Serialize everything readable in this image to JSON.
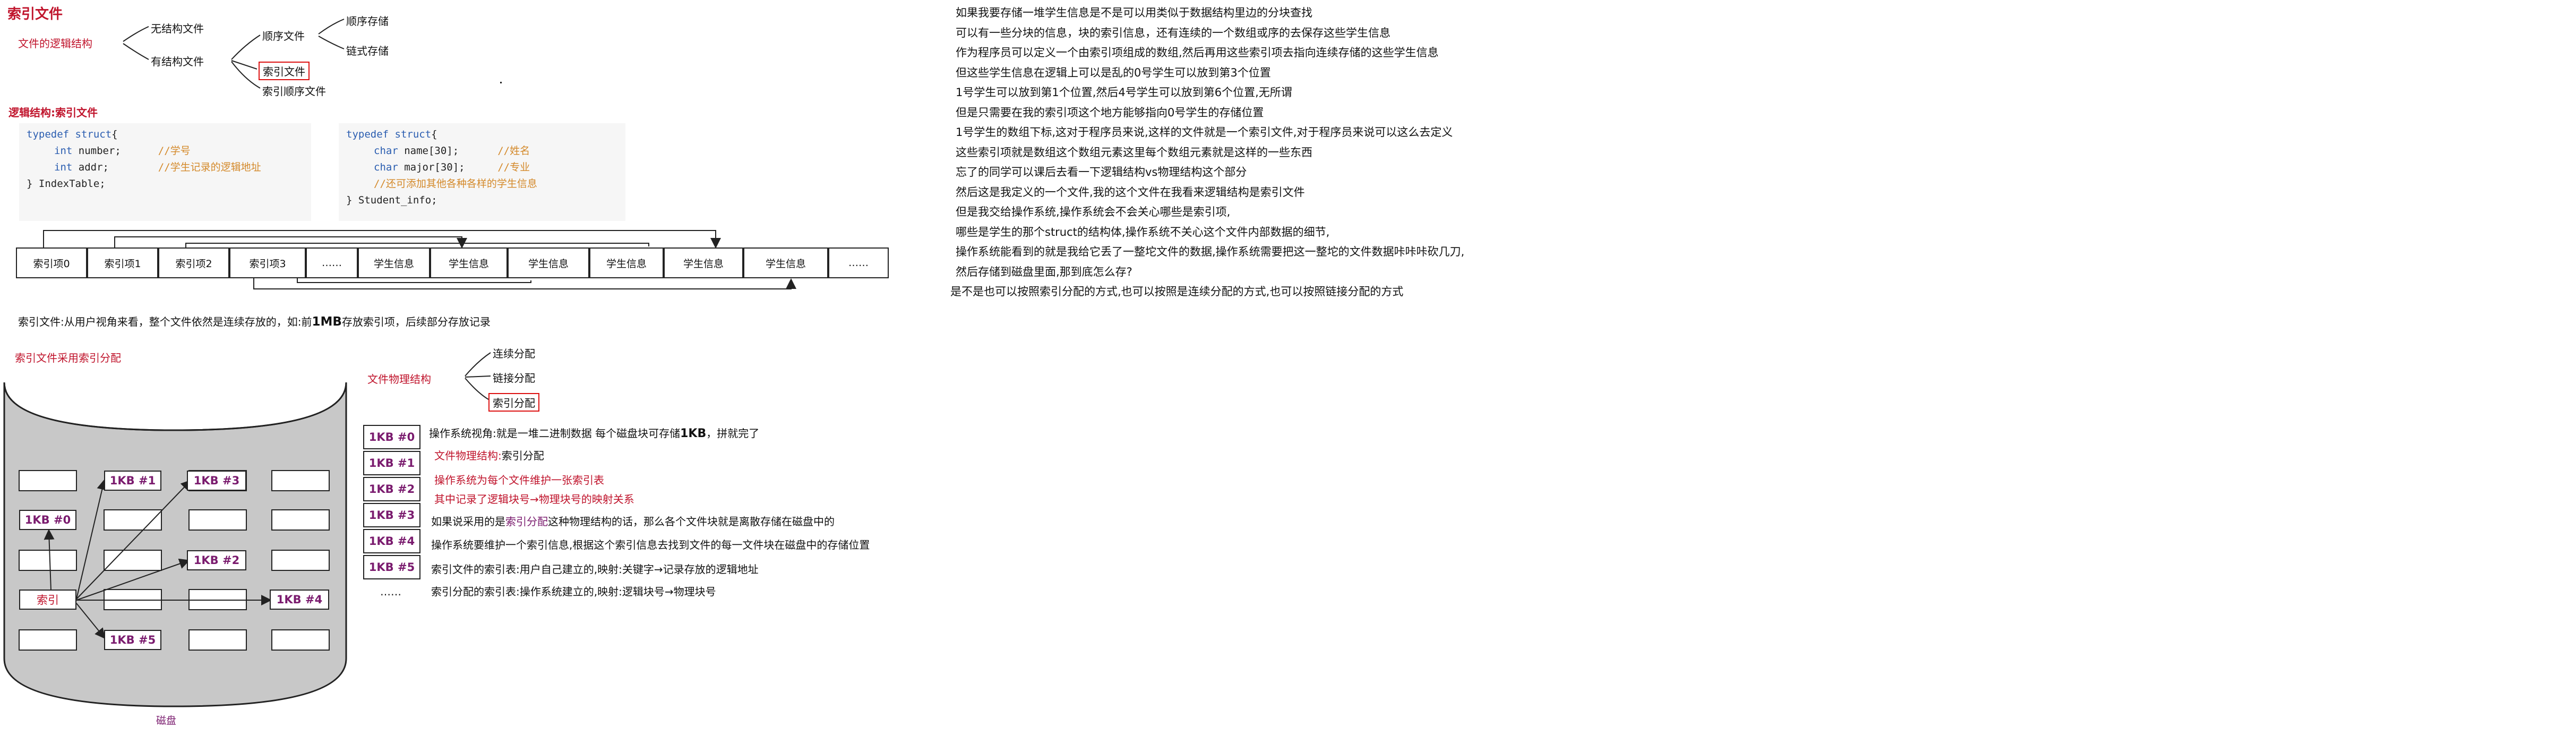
{
  "top": {
    "title": "索引文件",
    "logical_structure_label": "文件的逻辑结构",
    "unstructured": "无结构文件",
    "structured": "有结构文件",
    "sequential": "顺序文件",
    "indexed": "索引文件",
    "indexed_sequential": "索引顺序文件",
    "seq_storage": "顺序存储",
    "chain_storage": "链式存储"
  },
  "logic": {
    "label": "逻辑结构:索引文件",
    "code1": {
      "line1_kw": "typedef struct",
      "line1_rest": "{",
      "line2_kw": "int",
      "line2_name": "number;",
      "line2_cm": "//学号",
      "line3_kw": "int",
      "line3_name": "addr;",
      "line3_cm": "//学生记录的逻辑地址",
      "line4": "} IndexTable;"
    },
    "code2": {
      "line1_kw": "typedef struct",
      "line1_rest": "{",
      "line2_kw": "char",
      "line2_name": "name[30];",
      "line2_cm": "//姓名",
      "line3_kw": "char",
      "line3_name": "major[30];",
      "line3_cm": "//专业",
      "line4_cm": "//还可添加其他各种各样的学生信息",
      "line5": "} Student_info;"
    },
    "cells": [
      "索引项0",
      "索引项1",
      "索引项2",
      "索引项3",
      "……",
      "学生信息",
      "学生信息",
      "学生信息",
      "学生信息",
      "学生信息",
      "学生信息",
      "……"
    ],
    "caption_pre": "索引文件:从用户视角来看，整个文件依然是连续存放的，如:前",
    "caption_bold": "1MB",
    "caption_post": "存放索引项，后续部分存放记录"
  },
  "physical": {
    "label": "索引文件采用索引分配",
    "disk_label": "磁盘",
    "index_label": "索引",
    "blocks": [
      "1KB #1",
      "1KB #3",
      "1KB #0",
      "1KB #2",
      "1KB #4",
      "1KB #5"
    ],
    "fps_label": "文件物理结构",
    "alloc_contig": "连续分配",
    "alloc_link": "链接分配",
    "alloc_index": "索引分配",
    "table": [
      "1KB #0",
      "1KB #1",
      "1KB #2",
      "1KB #3",
      "1KB #4",
      "1KB #5",
      "……"
    ],
    "notes": {
      "n1_pre": "操作系统视角:就是一堆二进制数据 每个磁盘块可存储",
      "n1_bold": "1KB",
      "n1_post": "，拼就完了",
      "n2_pre": "文件物理结构:",
      "n2_post": "索引分配",
      "n3": "操作系统为每个文件维护一张索引表",
      "n4": "其中记录了逻辑块号→物理块号的映射关系",
      "n5_pre": "如果说采用的是",
      "n5_hl": "索引分配",
      "n5_post": "这种物理结构的话，那么各个文件块就是离散存储在磁盘中的",
      "n6": "操作系统要维护一个索引信息,根据这个索引信息去找到文件的每一文件块在磁盘中的存储位置",
      "n7": "索引文件的索引表:用户自己建立的,映射:关键字→记录存放的逻辑地址",
      "n8": "索引分配的索引表:操作系统建立的,映射:逻辑块号→物理块号"
    }
  },
  "right_notes": [
    "如果我要存储一堆学生信息是不是可以用类似于数据结构里边的分块查找",
    "可以有一些分块的信息，块的索引信息，还有连续的一个数组或序的去保存这些学生信息",
    "作为程序员可以定义一个由索引项组成的数组,然后再用这些索引项去指向连续存储的这些学生信息",
    "但这些学生信息在逻辑上可以是乱的0号学生可以放到第3个位置",
    "1号学生可以放到第1个位置,然后4号学生可以放到第6个位置,无所谓",
    "但是只需要在我的索引项这个地方能够指向0号学生的存储位置",
    "1号学生的数组下标,这对于程序员来说,这样的文件就是一个索引文件,对于程序员来说可以这么去定义",
    "这些索引项就是数组这个数组元素这里每个数组元素就是这样的一些东西",
    "忘了的同学可以课后去看一下逻辑结构vs物理结构这个部分",
    "然后这是我定义的一个文件,我的这个文件在我看来逻辑结构是索引文件",
    "但是我交给操作系统,操作系统会不会关心哪些是索引项,",
    "哪些是学生的那个struct的结构体,操作系统不关心这个文件内部数据的细节,",
    "操作系统能看到的就是我给它丢了一整坨文件的数据,操作系统需要把这一整坨的文件数据咔咔咔砍几刀,",
    "然后存储到磁盘里面,那到底怎么存?",
    "是不是也可以按照索引分配的方式,也可以按照是连续分配的方式,也可以按照链接分配的方式"
  ],
  "colors": {
    "red": "#c0142c",
    "purple": "#7a1b6e",
    "code_kw": "#2a5db0",
    "code_comment": "#d4892a",
    "disk_fill": "#c8c8c8"
  }
}
